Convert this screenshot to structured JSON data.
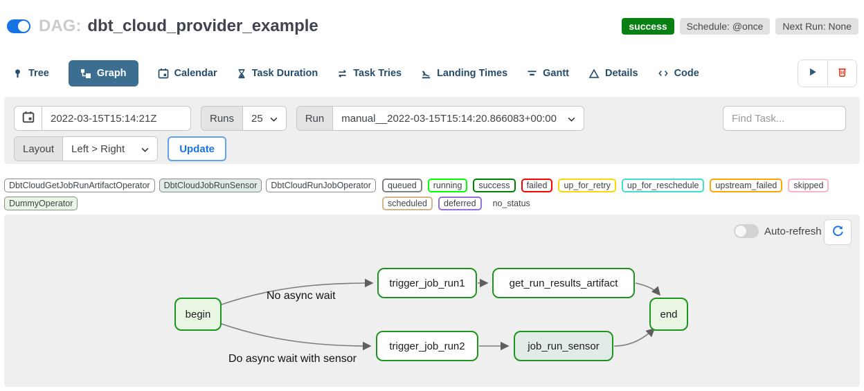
{
  "header": {
    "dag_prefix": "DAG:",
    "dag_name": "dbt_cloud_provider_example",
    "status_badge": "success",
    "schedule_badge": "Schedule: @once",
    "next_run_badge": "Next Run: None"
  },
  "tabs": {
    "items": [
      {
        "label": "Tree"
      },
      {
        "label": "Graph"
      },
      {
        "label": "Calendar"
      },
      {
        "label": "Task Duration"
      },
      {
        "label": "Task Tries"
      },
      {
        "label": "Landing Times"
      },
      {
        "label": "Gantt"
      },
      {
        "label": "Details"
      },
      {
        "label": "Code"
      }
    ]
  },
  "filters": {
    "base_date_value": "2022-03-15T15:14:21Z",
    "runs_label": "Runs",
    "runs_value": "25",
    "run_label": "Run",
    "run_value": "manual__2022-03-15T15:14:20.866083+00:00",
    "find_task_placeholder": "Find Task...",
    "layout_label": "Layout",
    "layout_value": "Left > Right",
    "update_button": "Update"
  },
  "legend": {
    "operators": [
      {
        "label": "DbtCloudGetJobRunArtifactOperator",
        "fill": "#ffffff"
      },
      {
        "label": "DbtCloudJobRunSensor",
        "fill": "#e1ece7"
      },
      {
        "label": "DbtCloudRunJobOperator",
        "fill": "#ffffff"
      },
      {
        "label": "DummyOperator",
        "fill": "#e9f6e3"
      }
    ],
    "states": [
      {
        "label": "queued",
        "border": "#808080"
      },
      {
        "label": "running",
        "border": "#00ff00"
      },
      {
        "label": "success",
        "border": "#008000"
      },
      {
        "label": "failed",
        "border": "#ff0000"
      },
      {
        "label": "up_for_retry",
        "border": "#ffd700"
      },
      {
        "label": "up_for_reschedule",
        "border": "#40e0d0"
      },
      {
        "label": "upstream_failed",
        "border": "#ffa500"
      },
      {
        "label": "skipped",
        "border": "#ffb3c0"
      },
      {
        "label": "scheduled",
        "border": "#d2b48c"
      },
      {
        "label": "deferred",
        "border": "#9370db"
      },
      {
        "label": "no_status",
        "border": "transparent"
      }
    ]
  },
  "graph": {
    "auto_refresh_label": "Auto-refresh",
    "nodes": [
      {
        "label": "begin",
        "fill": "#e9f6e3"
      },
      {
        "label": "trigger_job_run1",
        "fill": "#ffffff"
      },
      {
        "label": "get_run_results_artifact",
        "fill": "#ffffff"
      },
      {
        "label": "end",
        "fill": "#e9f6e3"
      },
      {
        "label": "trigger_job_run2",
        "fill": "#ffffff"
      },
      {
        "label": "job_run_sensor",
        "fill": "#e1ece7"
      }
    ],
    "edge_labels": [
      "No async wait",
      "Do async wait with sensor"
    ]
  },
  "colors": {
    "accent_blue": "#1a73e8",
    "toggle_on": "#1673e6",
    "active_tab": "#3c6e91",
    "success_green": "#098013",
    "node_border_green": "#1d941d",
    "trash_red": "#e8432d",
    "panel_gray": "#efefef"
  }
}
